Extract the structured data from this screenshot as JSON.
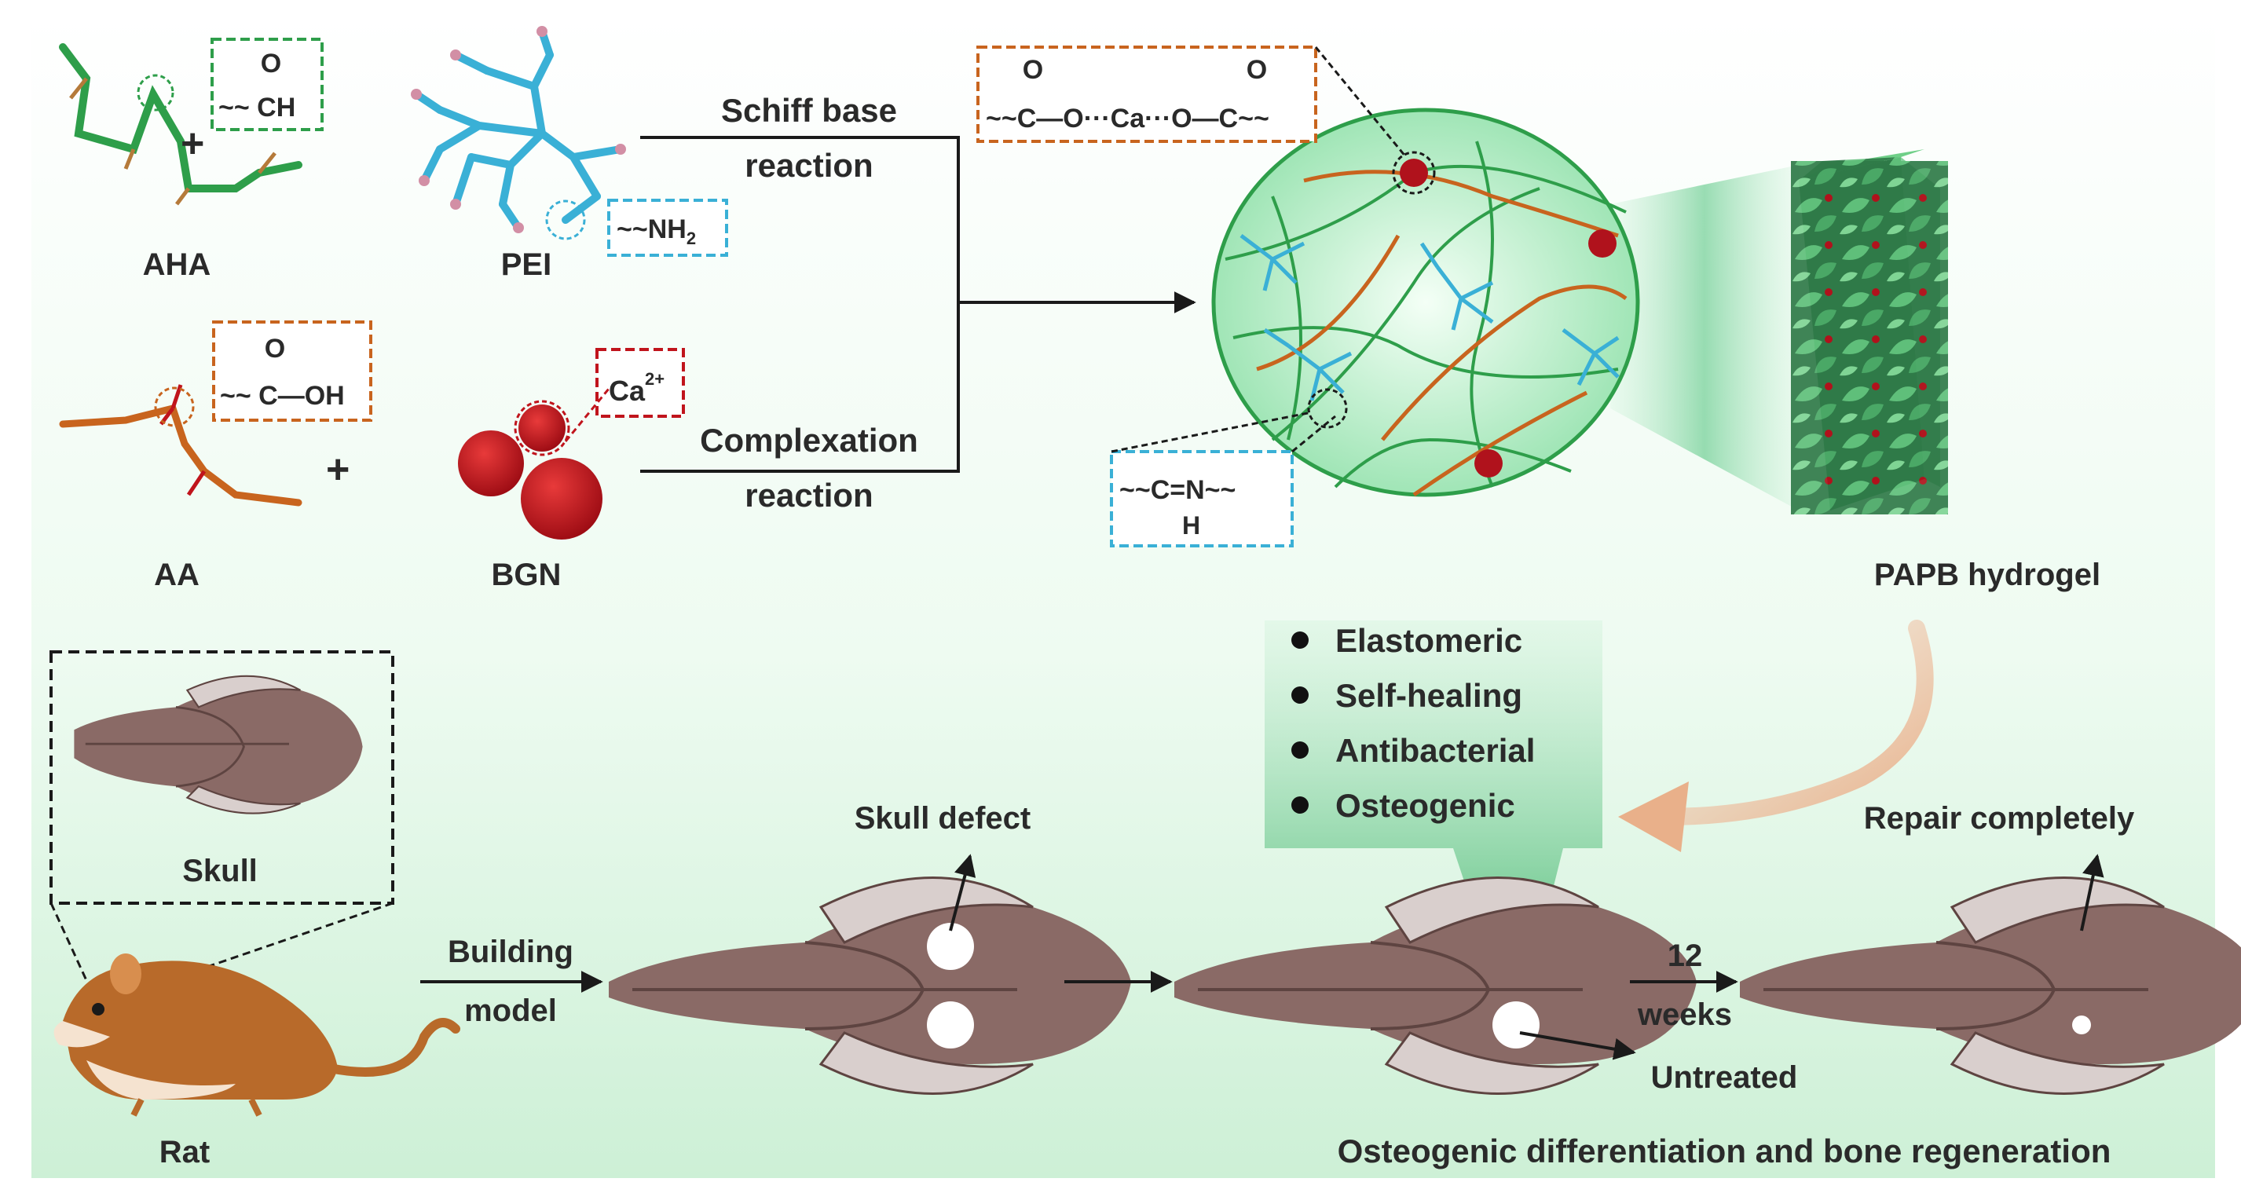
{
  "reagents": {
    "aha": "AHA",
    "pei": "PEI",
    "aa": "AA",
    "bgn": "BGN",
    "plus": "+"
  },
  "groups": {
    "aldehyde_o": "O",
    "aldehyde_main": "~~ CH",
    "amine": "~~NH",
    "amine_sub": "2",
    "acid_o": "O",
    "acid_main": "~~ C—OH",
    "calcium": "Ca",
    "calcium_charge": "2+",
    "complex_o1": "O",
    "complex_o2": "O",
    "complex_main": "~~C—O···Ca···O—C~~",
    "imine_main": "~~C=N~~",
    "imine_h": "H"
  },
  "reactions": {
    "schiff_line1": "Schiff base",
    "schiff_line2": "reaction",
    "complex_line1": "Complexation",
    "complex_line2": "reaction"
  },
  "hydrogel_label": "PAPB hydrogel",
  "properties": [
    "Elastomeric",
    "Self-healing",
    "Antibacterial",
    "Osteogenic"
  ],
  "model": {
    "skull": "Skull",
    "rat": "Rat",
    "building_line1": "Building",
    "building_line2": "model",
    "skull_defect": "Skull defect",
    "weeks_num": "12",
    "weeks_word": "weeks",
    "untreated": "Untreated",
    "repair": "Repair completely",
    "caption": "Osteogenic differentiation and bone regeneration"
  },
  "colors": {
    "aha_green": "#2e9e4a",
    "pei_blue": "#3ab0d6",
    "aa_orange": "#c8641e",
    "bgn_red": "#c0141c",
    "skull_brown": "#8a6a66",
    "rat_brown": "#b86a2a",
    "bg_green": "#d8f3df"
  }
}
